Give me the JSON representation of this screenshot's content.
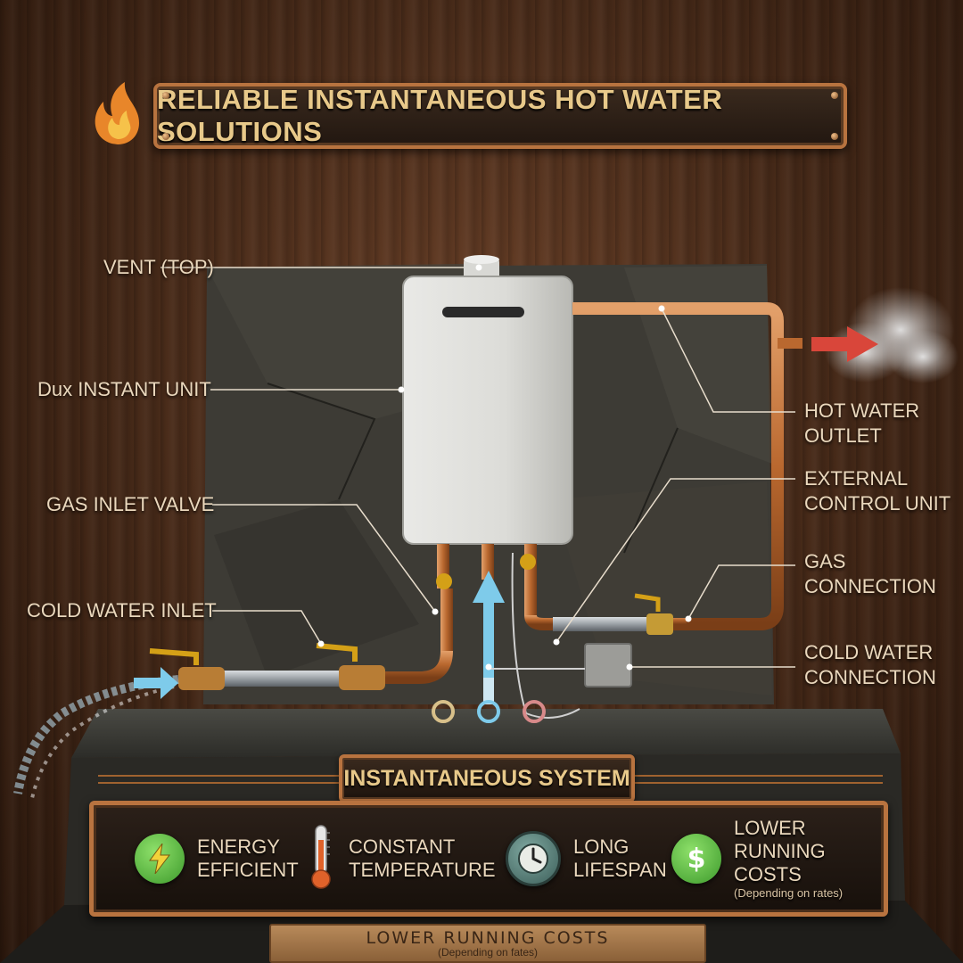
{
  "title": "RELIABLE INSTANTANEOUS HOT WATER SOLUTIONS",
  "labels": {
    "vent": "VENT (TOP)",
    "unit": "Dux INSTANT UNIT",
    "gas_valve": "GAS INLET VALVE",
    "cold_inlet": "COLD WATER INLET",
    "hot_outlet_1": "HOT WATER",
    "hot_outlet_2": "OUTLET",
    "control_1": "EXTERNAL",
    "control_2": "CONTROL UNIT",
    "gas_conn_1": "GAS",
    "gas_conn_2": "CONNECTION",
    "cold_conn_1": "COLD WATER",
    "cold_conn_2": "CONNECTION"
  },
  "system_label": "INSTANTANEOUS SYSTEM",
  "benefits": [
    {
      "icon": "lightning-icon",
      "line1": "ENERGY",
      "line2": "EFFICIENT",
      "color": "#4caf3a"
    },
    {
      "icon": "thermometer-icon",
      "line1": "CONSTANT",
      "line2": "TEMPERATURE",
      "color": "#e0622a"
    },
    {
      "icon": "clock-icon",
      "line1": "LONG",
      "line2": "LIFESPAN",
      "color": "#4d7a7a"
    },
    {
      "icon": "dollar-icon",
      "line1": "LOWER",
      "line2": "RUNNING",
      "line3": "COSTS",
      "note": "(Depending on rates)",
      "color": "#4caf3a"
    }
  ],
  "footer": {
    "main": "LOWER RUNNING COSTS",
    "sub": "(Depending on fates)"
  },
  "colors": {
    "copper": "#c27a45",
    "brass": "#d4a017",
    "arrow_hot": "#d9463a",
    "arrow_cold": "#7ecbea"
  }
}
